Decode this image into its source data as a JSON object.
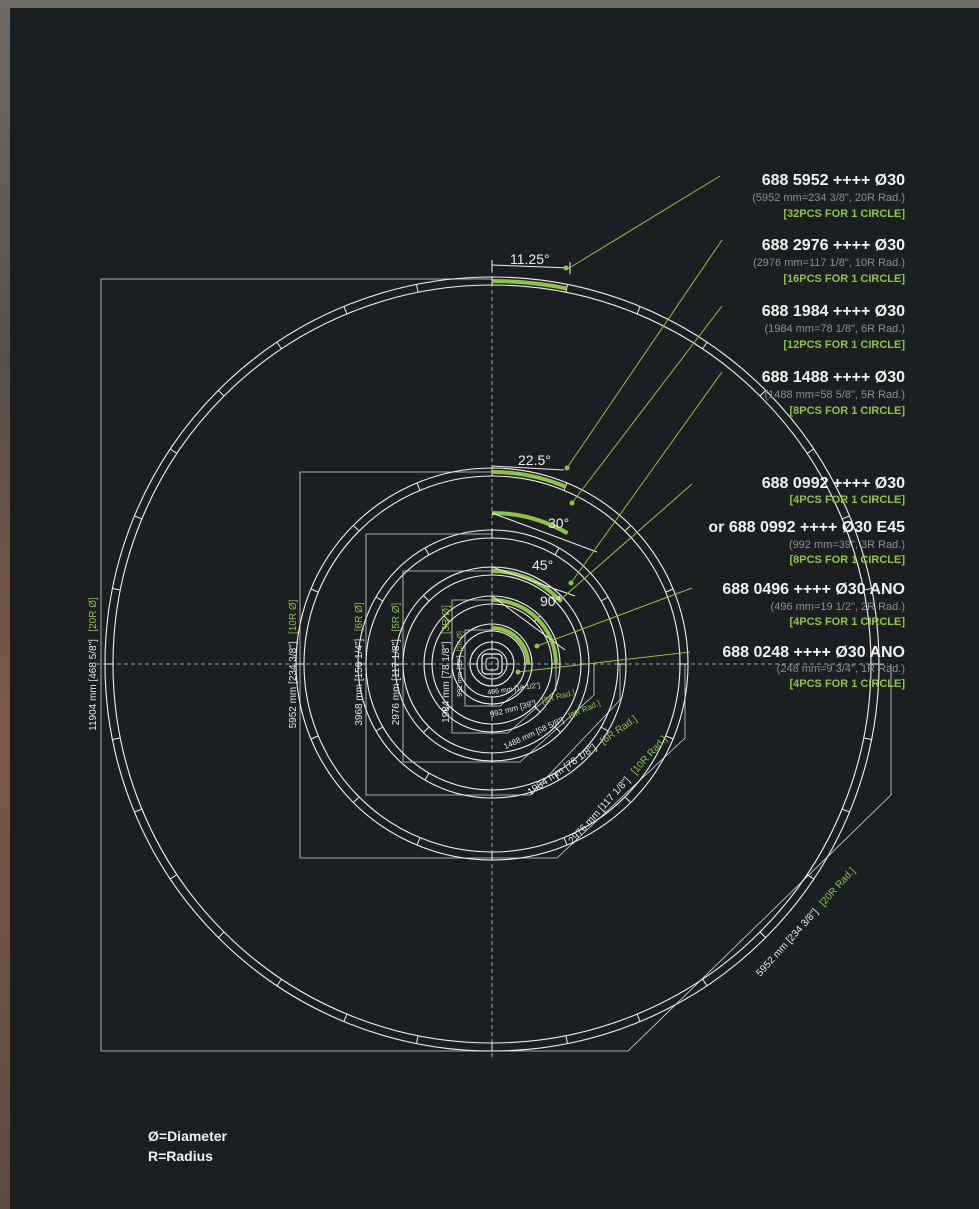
{
  "colors": {
    "accent": "#8dc63f",
    "background": "#1b1f22",
    "line": "#e8e8e8",
    "subtext": "#8d8f91"
  },
  "angles": {
    "a11": "11.25°",
    "a22": "22.5°",
    "a30": "30°",
    "a45": "45°",
    "a90": "90°"
  },
  "labels": [
    {
      "title": "688 5952 ++++ Ø30",
      "sub": "(5952 mm=234 3/8\", 20R Rad.)",
      "pcs": "[32PCS FOR 1 CIRCLE]"
    },
    {
      "title": "688 2976 ++++ Ø30",
      "sub": "(2976 mm=117 1/8\", 10R Rad.)",
      "pcs": "[16PCS FOR 1 CIRCLE]"
    },
    {
      "title": "688 1984 ++++ Ø30",
      "sub": "(1984 mm=78 1/8\", 6R Rad.)",
      "pcs": "[12PCS FOR 1 CIRCLE]"
    },
    {
      "title": "688 1488 ++++ Ø30",
      "sub": "(1488 mm=58 5/8\", 5R Rad.)",
      "pcs": "[8PCS FOR 1 CIRCLE]"
    },
    {
      "title": "688 0992 ++++ Ø30",
      "sub": "",
      "pcs": "[4PCS FOR 1 CIRCLE]"
    },
    {
      "title": "or 688 0992 ++++ Ø30 E45",
      "sub": "(992 mm=39\", 3R Rad.)",
      "pcs": "[8PCS FOR 1 CIRCLE]"
    },
    {
      "title": "688 0496 ++++ Ø30 ANO",
      "sub": "(496 mm=19 1/2\", 2R Rad.)",
      "pcs": "[4PCS FOR 1 CIRCLE]"
    },
    {
      "title": "688 0248 ++++ Ø30 ANO",
      "sub": "(248 mm=9 3/4\", 1R Rad.)",
      "pcs": "[4PCS FOR 1 CIRCLE]"
    }
  ],
  "diameters": {
    "d20": {
      "text": "11904 mm [468 5/8\"]",
      "tag": "[20R Ø]"
    },
    "d10": {
      "text": "5952 mm [234 3/8\"]",
      "tag": "[10R Ø]"
    },
    "d6": {
      "text": "3968 mm [156 1/4\"]",
      "tag": "[6R Ø]"
    },
    "d5": {
      "text": "2976 mm [117 1/8\"]",
      "tag": "[5R Ø]"
    },
    "d3": {
      "text": "1984 mm [78 1/8\"]",
      "tag": "[3R Ø]"
    },
    "d2": {
      "text": "992 mm [39\"]",
      "tag": "[2R Ø]"
    }
  },
  "radii": {
    "r20": {
      "text": "5952 mm [234 3/8\"]",
      "tag": "[20R Rad.]"
    },
    "r10": {
      "text": "2976 mm [117 1/8\"]",
      "tag": "[10R Rad.]"
    },
    "r6": {
      "text": "1984 mm [78 1/8\"]",
      "tag": "[6R Rad.]"
    },
    "r5": {
      "text": "1488 mm [58 5/8\"]",
      "tag": "[5R Rad.]"
    },
    "r3": {
      "text": "992 mm [39\"]",
      "tag": "[3R Rad.]"
    },
    "r2": {
      "text": "496 mm [19 1/2\"]",
      "tag": ""
    }
  },
  "legend": {
    "diameter": "Ø=Diameter",
    "radius": "R=Radius"
  }
}
